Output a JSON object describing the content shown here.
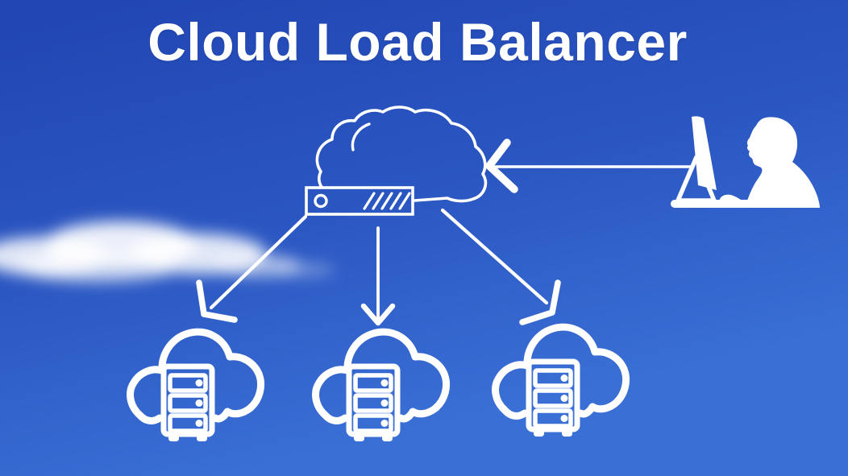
{
  "title": "Cloud Load Balancer",
  "colors": {
    "sky_top": "#2247b4",
    "sky_mid": "#2b57c2",
    "sky_bottom": "#3a70d6",
    "foreground": "#ffffff"
  },
  "diagram": {
    "nodes": [
      {
        "id": "user-workstation",
        "icon": "person-at-computer-icon"
      },
      {
        "id": "load-balancer",
        "icon": "cloud-load-balancer-icon"
      },
      {
        "id": "server-1",
        "icon": "cloud-server-icon"
      },
      {
        "id": "server-2",
        "icon": "cloud-server-icon"
      },
      {
        "id": "server-3",
        "icon": "cloud-server-icon"
      }
    ],
    "edges": [
      {
        "from": "user-workstation",
        "to": "load-balancer"
      },
      {
        "from": "load-balancer",
        "to": "server-1"
      },
      {
        "from": "load-balancer",
        "to": "server-2"
      },
      {
        "from": "load-balancer",
        "to": "server-3"
      }
    ]
  }
}
